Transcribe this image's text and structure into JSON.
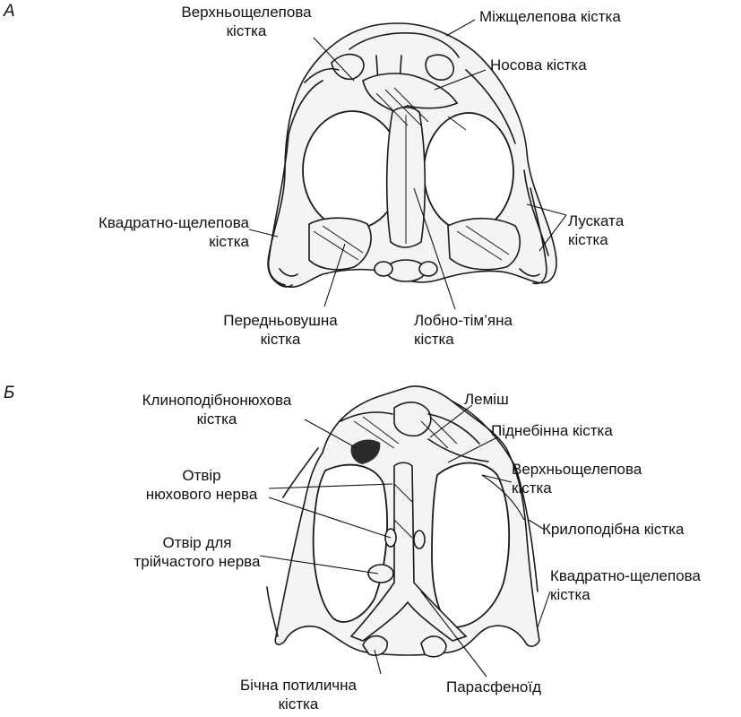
{
  "panels": [
    {
      "letter": "А",
      "labels": {
        "maxilla": [
          "Верхньощелепова",
          "кістка"
        ],
        "premaxilla": [
          "Міжщелепова кістка"
        ],
        "nasal": [
          "Носова кістка"
        ],
        "quadratojugal": [
          "Квадратно-щелепова",
          "кістка"
        ],
        "squamosal": [
          "Лускатa кістка"
        ],
        "prootic": [
          "Передньовушна",
          "кістка"
        ],
        "frontoparietal": [
          "Лобно-тім’яна",
          "кістка"
        ]
      }
    },
    {
      "letter": "Б",
      "labels": {
        "sphenethmoid": [
          "Клиноподібнонюхова",
          "кістка"
        ],
        "vomer": [
          "Леміш"
        ],
        "palatine": [
          "Піднебінна кістка"
        ],
        "maxilla": [
          "Верхньощелепова",
          "кістка"
        ],
        "olfactory_foramen": [
          "Отвір",
          "нюхового нерва"
        ],
        "pterygoid": [
          "Крилоподібна кістка"
        ],
        "trigeminal_foramen": [
          "Отвір для",
          "трійчастого нерва"
        ],
        "quadratojugal": [
          "Квадратно-щелепова",
          "кістка"
        ],
        "exoccipital": [
          "Бічна потилична",
          "кістка"
        ],
        "parasphenoid": [
          "Парасфеноїд"
        ]
      }
    }
  ]
}
